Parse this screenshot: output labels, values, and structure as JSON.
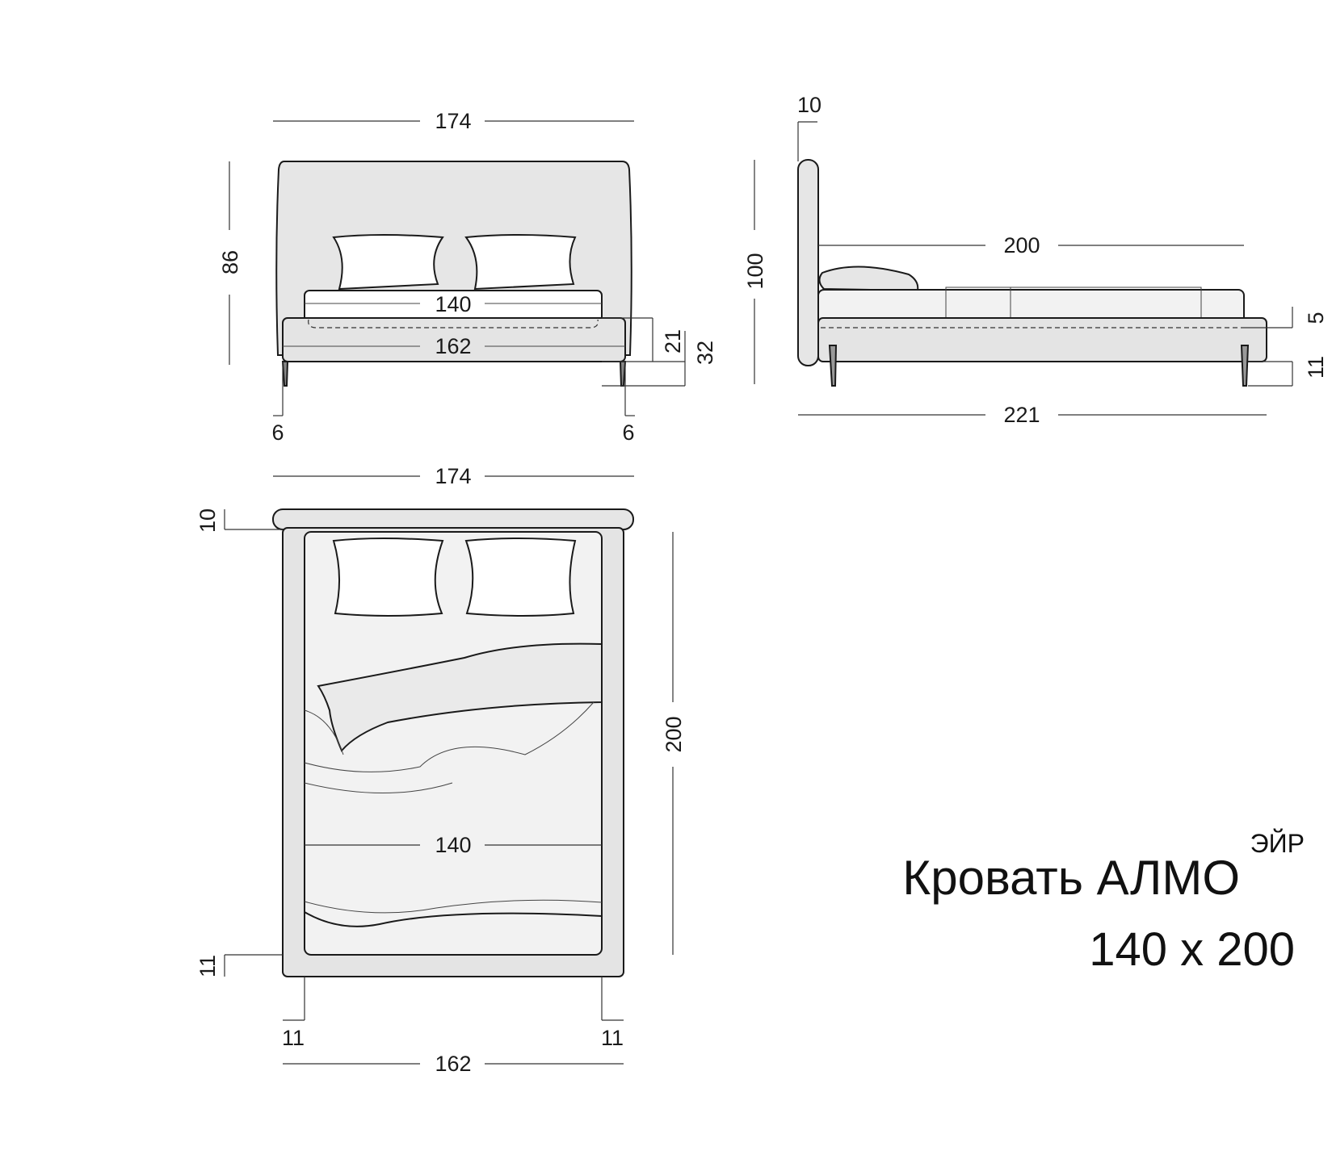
{
  "title": {
    "name": "Кровать АЛМО",
    "superscript": "ЭЙР",
    "size": "140 x 200"
  },
  "colors": {
    "frame_fill": "#e4e4e4",
    "headboard_fill": "#e6e6e6",
    "mattress_fill": "#f2f2f2",
    "pillow_fill": "#ffffff",
    "line": "#1a1a1a"
  },
  "front_view": {
    "width_total": "174",
    "height_total": "86",
    "mattress_width": "140",
    "base_width": "162",
    "mattress_height": "21",
    "bed_height": "32",
    "leg_left": "6",
    "leg_right": "6"
  },
  "side_view": {
    "headboard_thickness": "10",
    "height_total": "100",
    "mattress_length": "200",
    "mattress_step": "5",
    "leg_height": "11",
    "length_total": "221"
  },
  "top_view": {
    "width_total": "174",
    "headboard_depth": "10",
    "length": "200",
    "mattress_width": "140",
    "frame_bottom": "11",
    "frame_side_left": "11",
    "frame_side_right": "11",
    "base_width": "162"
  }
}
